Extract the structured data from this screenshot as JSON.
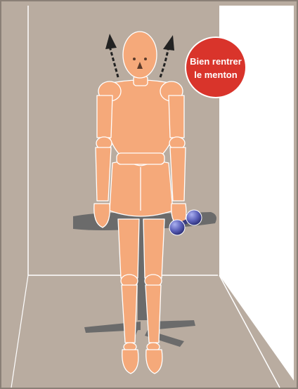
{
  "callout": {
    "line1": "Bien rentrer",
    "line2": "le menton"
  },
  "colors": {
    "wall": "#b9aca0",
    "floor": "#b6a99c",
    "door": "#ffffff",
    "figure": "#f5a97a",
    "figure_outline": "#ffffff",
    "badge": "#d9342b",
    "chair": "#6b6b6b",
    "dumbbell": "#5a5fb8",
    "arrow": "#222222"
  },
  "icons": {
    "arrows": "arrow-up-icon",
    "figure": "wooden-mannequin-figure",
    "chair": "office-chair",
    "weights": "dumbbell-icon"
  }
}
